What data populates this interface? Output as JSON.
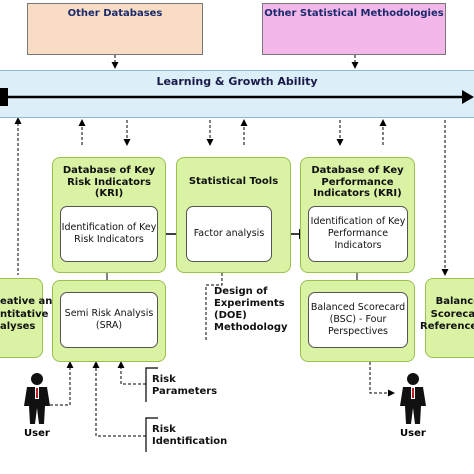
{
  "top": {
    "other_databases": "Other Databases",
    "other_statistical": "Other Statistical Methodologies"
  },
  "banner": {
    "title": "Learning & Growth Ability"
  },
  "kri_db": {
    "title": "Database of Key Risk Indicators (KRI)",
    "box": "Identification of Key Risk Indicators"
  },
  "stats": {
    "title": "Statistical Tools",
    "box": "Factor analysis"
  },
  "kpi_db": {
    "title": "Database of Key Performance Indicators (KRI)",
    "box": "Identification of Key Performance Indicators"
  },
  "left_side": {
    "line1": "eative and",
    "line2": "ntitative",
    "line3": "alyses"
  },
  "sra": {
    "box": "Semi Risk Analysis (SRA)"
  },
  "doe": {
    "line1": "Design of",
    "line2": "Experiments",
    "line3": "(DOE)",
    "line4": "Methodology"
  },
  "bsc": {
    "box": "Balanced Scorecard (BSC) - Four Perspectives"
  },
  "right_side": {
    "line1": "Balance",
    "line2": "Scorecar",
    "line3": "Reference M"
  },
  "risk_params": {
    "line1": "Risk",
    "line2": "Parameters"
  },
  "risk_ident": {
    "line1": "Risk",
    "line2": "Identification"
  },
  "users": {
    "left": "User",
    "right": "User"
  }
}
